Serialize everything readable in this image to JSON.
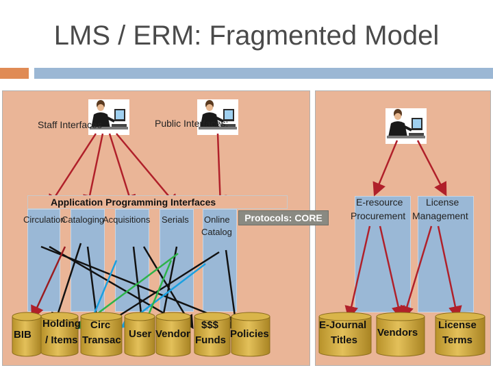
{
  "title": "LMS / ERM: Fragmented Model",
  "left": {
    "staff_interfaces": "Staff Interfaces",
    "public_interfaces": "Public Interfaces:",
    "api": "Application Programming Interfaces",
    "protocols": "Protocols: CORE",
    "modules": [
      "Circulation",
      "Cataloging",
      "Acquisitions",
      "Serials",
      "Online",
      "Catalog"
    ],
    "databases": [
      "BIB",
      "Holding",
      "/ Items",
      "Circ",
      "Transac",
      "User",
      "Vendor",
      "$$$",
      "Funds",
      "Policies"
    ]
  },
  "right": {
    "modules": [
      "E-resource",
      "Procurement",
      "License",
      "Management"
    ],
    "databases": [
      "E-Journal",
      "Titles",
      "Vendors",
      "License",
      "Terms"
    ]
  },
  "colors": {
    "panel": "#eab597",
    "module": "#9ab8d6",
    "cylinder": "#c9a235",
    "arrow_dark": "#111111",
    "arrow_red": "#b0202a",
    "arrow_blue": "#1aa0e0",
    "arrow_green": "#2db34a",
    "accent_orange": "#e08b55",
    "accent_blue": "#9bb7d4"
  },
  "icons": [
    "person-at-computer-icon"
  ]
}
